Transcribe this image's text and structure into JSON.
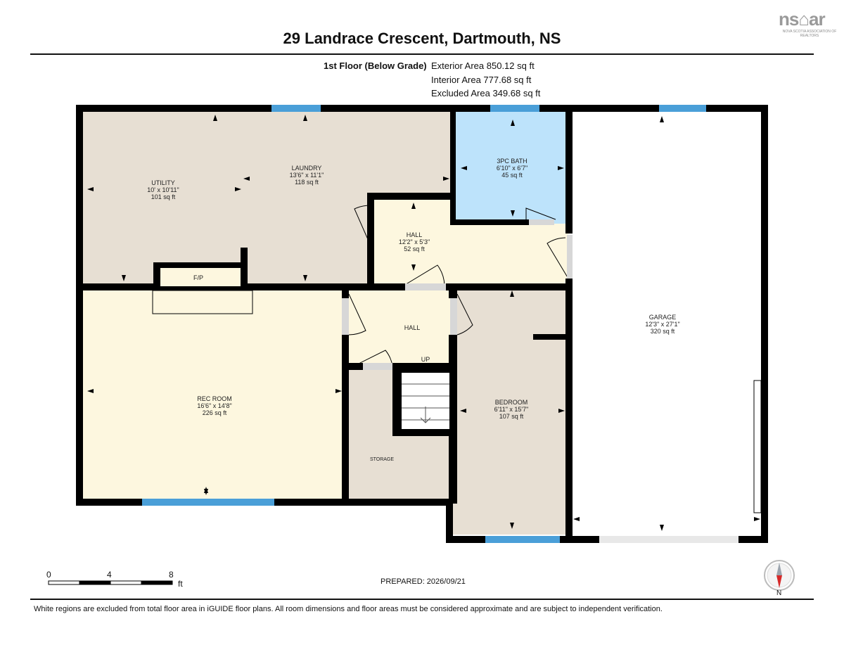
{
  "header": {
    "title": "29 Landrace Crescent, Dartmouth, NS",
    "logo_text": "ns⌂ar",
    "logo_subtext": "NOVA SCOTIA ASSOCIATION OF REALTORS"
  },
  "summary": {
    "floor": "1st Floor (Below Grade)",
    "exterior": "Exterior Area 850.12 sq ft",
    "interior": "Interior Area 777.68 sq ft",
    "excluded": "Excluded Area 349.68 sq ft"
  },
  "rooms": {
    "utility": {
      "name": "UTILITY",
      "dims": "10' x 10'11\"",
      "area": "101 sq ft"
    },
    "laundry": {
      "name": "LAUNDRY",
      "dims": "13'6\" x 11'1\"",
      "area": "118 sq ft"
    },
    "bath": {
      "name": "3PC BATH",
      "dims": "6'10\" x 6'7\"",
      "area": "45 sq ft"
    },
    "hall_upper": {
      "name": "HALL",
      "dims": "12'2\" x 5'3\"",
      "area": "52 sq ft"
    },
    "garage": {
      "name": "GARAGE",
      "dims": "12'3\" x 27'1\"",
      "area": "320 sq ft"
    },
    "fp": {
      "name": "F/P"
    },
    "hall_lower": {
      "name": "HALL"
    },
    "stairs": {
      "name": "UP"
    },
    "rec": {
      "name": "REC ROOM",
      "dims": "16'6\" x 14'8\"",
      "area": "226 sq ft"
    },
    "bedroom": {
      "name": "BEDROOM",
      "dims": "6'11\" x 15'7\"",
      "area": "107 sq ft"
    },
    "storage": {
      "name": "STORAGE"
    }
  },
  "scale": {
    "labels": [
      "0",
      "4",
      "8"
    ],
    "unit": "ft"
  },
  "prepared": "PREPARED: 2026/09/21",
  "north_label": "N",
  "footnote": "White regions are excluded from total floor area in iGUIDE floor plans. All room dimensions and floor areas must be considered approximate and are subject to independent verification.",
  "colors": {
    "wall": "#000000",
    "utility_laundry": "#e7dfd3",
    "hall": "#fdf7df",
    "bath": "#bde3fb",
    "garage": "#ffffff",
    "window": "#4a9fd8",
    "storage": "#e7dfd3"
  },
  "icons": [
    "nsar-logo",
    "north-arrow-icon",
    "stairs-icon"
  ]
}
